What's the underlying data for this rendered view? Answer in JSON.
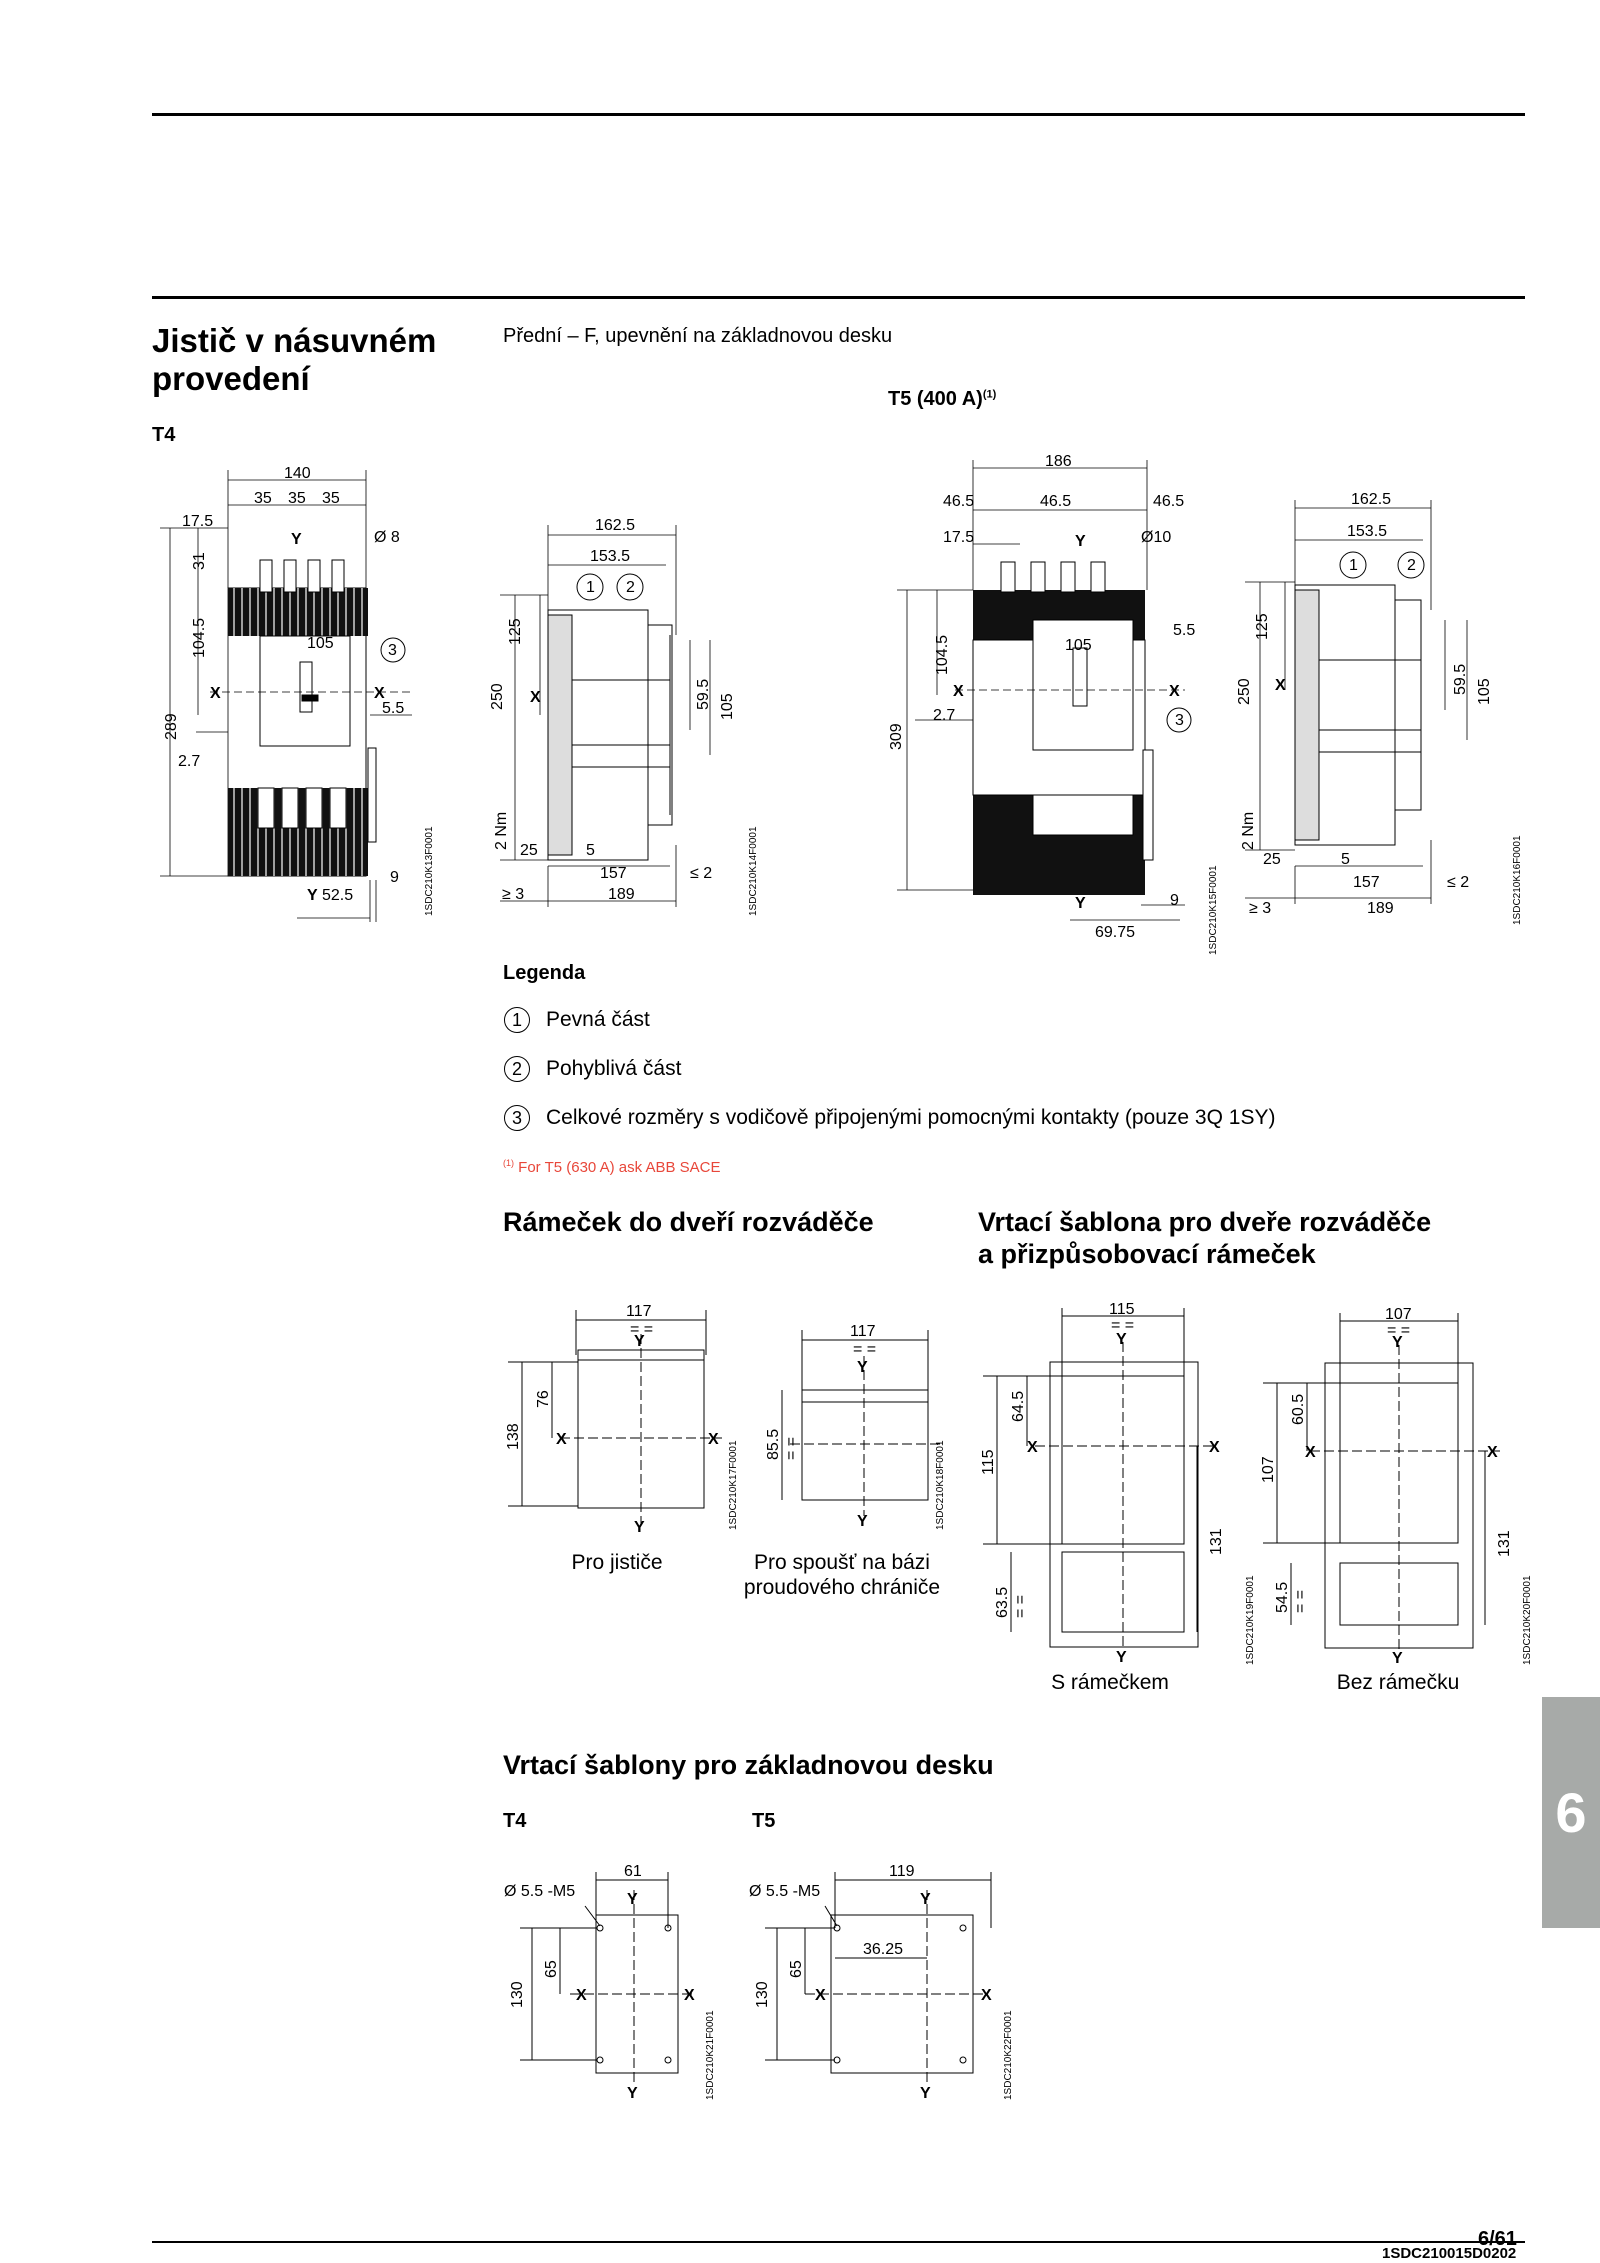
{
  "header": {
    "title_line1": "Jistič v násuvném",
    "title_line2": "provedení",
    "t4_label": "T4",
    "subtitle": "Přední – F, upevnění na základnovou desku",
    "t5_label": "T5 (400 A)",
    "t5_sup": "(1)"
  },
  "drawings": {
    "t4_front": {
      "dims": [
        "140",
        "35",
        "35",
        "35",
        "17.5",
        "Ø 8",
        "31",
        "104.5",
        "105",
        "2.7",
        "289",
        "5.5",
        "52.5",
        "9"
      ],
      "code": "1SDC210K13F0001"
    },
    "t4_side": {
      "dims": [
        "162.5",
        "153.5",
        "125",
        "250",
        "59.5",
        "105",
        "2 Nm",
        "25",
        "5",
        "157",
        "≤ 2",
        "≥ 3",
        "189"
      ],
      "code": "1SDC210K14F0001"
    },
    "t5_front": {
      "dims": [
        "186",
        "46.5",
        "46.5",
        "46.5",
        "17.5",
        "Ø10",
        "104.5",
        "105",
        "5.5",
        "2.7",
        "309",
        "9",
        "69.75"
      ],
      "code": "1SDC210K15F0001"
    },
    "t5_side": {
      "dims": [
        "162.5",
        "153.5",
        "125",
        "250",
        "59.5",
        "105",
        "2 Nm",
        "25",
        "5",
        "157",
        "≤ 2",
        "≥ 3",
        "189"
      ],
      "code": "1SDC210K16F0001"
    }
  },
  "legend": {
    "title": "Legenda",
    "items": [
      {
        "num": "1",
        "text": "Pevná část"
      },
      {
        "num": "2",
        "text": "Pohyblivá část"
      },
      {
        "num": "3",
        "text": "Celkové rozměry s vodičově připojenými pomocnými kontakty (pouze 3Q 1SY)"
      }
    ],
    "footnote_sup": "(1)",
    "footnote": "For T5 (630 A) ask ABB SACE"
  },
  "frame_section": {
    "title": "Rámeček do dveří rozváděče",
    "caption_a": "Pro jističe",
    "caption_b_line1": "Pro spoušť na bázi",
    "caption_b_line2": "proudového chrániče",
    "code_a": "1SDC210K17F0001",
    "code_b": "1SDC210K18F0001"
  },
  "drill_section": {
    "title_line1": "Vrtací šablona pro dveře rozváděče",
    "title_line2": "a přizpůsobovací rámeček",
    "caption_a": "S rámečkem",
    "caption_b": "Bez rámečku",
    "code_a": "1SDC210K19F0001",
    "code_b": "1SDC210K20F0001"
  },
  "base_section": {
    "title": "Vrtací šablony pro základnovou desku",
    "t4": "T4",
    "t5": "T5",
    "code_a": "1SDC210K21F0001",
    "code_b": "1SDC210K22F0001"
  },
  "tab": "6",
  "footer": {
    "page": "6/61",
    "doc": "1SDC210015D0202"
  },
  "colors": {
    "footnote": "#e8473a",
    "tab": "#a7aaa8"
  }
}
